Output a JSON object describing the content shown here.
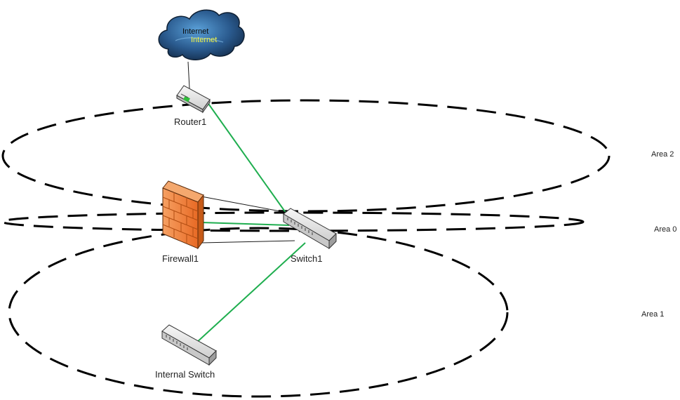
{
  "nodes": {
    "cloud": {
      "label_back": "Internet",
      "label_front": "Internet"
    },
    "router": {
      "label": "Router1"
    },
    "firewall": {
      "label": "Firewall1"
    },
    "switch": {
      "label": "Switch1"
    },
    "internal_switch": {
      "label": "Internal Switch"
    }
  },
  "areas": [
    {
      "label": "Area 2"
    },
    {
      "label": "Area 0"
    },
    {
      "label": "Area 1"
    }
  ],
  "colors": {
    "green_link": "#1fae4f",
    "black_link": "#1a1a1a",
    "cloud_fill": "#1c3d63",
    "firewall_fill": "#f07d3a",
    "switch_fill": "#e6e6e6"
  },
  "icons": {
    "cloud": "cloud-icon",
    "router": "router-icon",
    "firewall": "firewall-icon",
    "switch": "switch-icon",
    "internal_switch": "switch-icon"
  }
}
